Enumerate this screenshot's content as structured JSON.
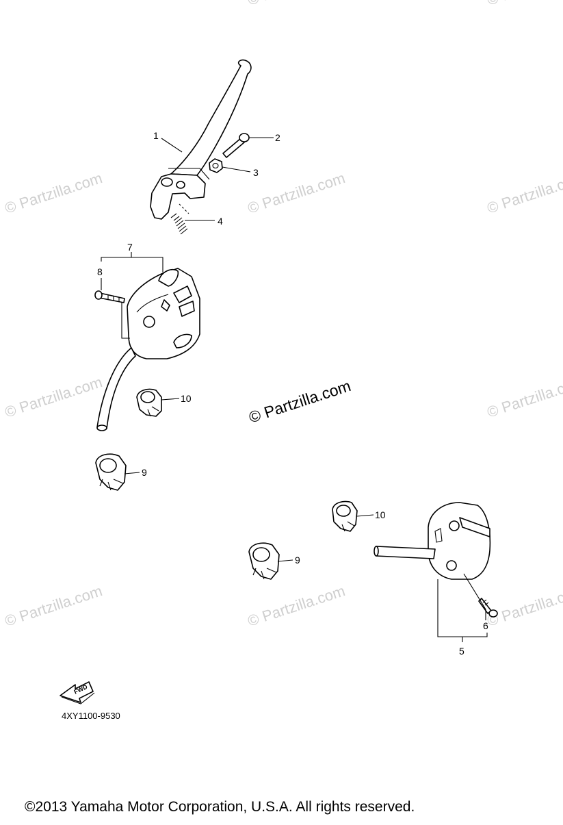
{
  "watermark": "© Partzilla.com",
  "center_watermark": "© Partzilla.com",
  "callouts": {
    "c1": "1",
    "c2": "2",
    "c3": "3",
    "c4": "4",
    "c5": "5",
    "c6": "6",
    "c7": "7",
    "c8": "8",
    "c9a": "9",
    "c9b": "9",
    "c10a": "10",
    "c10b": "10"
  },
  "fwd_label": "FWD",
  "diagram_ref": "4XY1100-9530",
  "copyright": "©2013  Yamaha Motor Corporation, U.S.A. All rights reserved."
}
